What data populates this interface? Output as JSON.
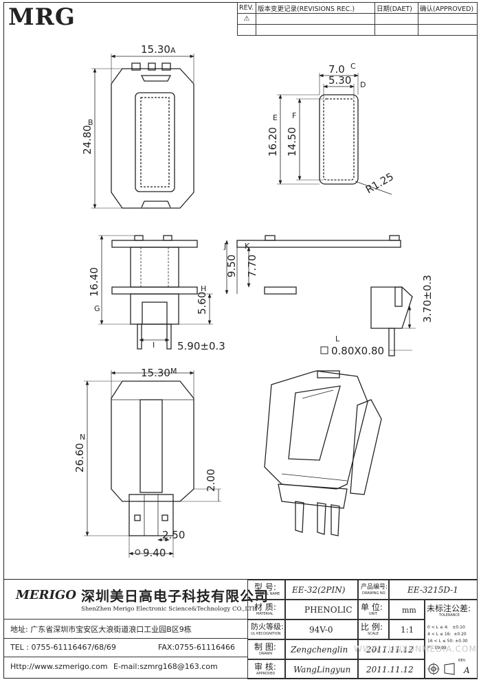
{
  "header": {
    "logo": "MRG",
    "rev_table": {
      "col_rev": "REV.",
      "col_record": "版本变更记录(REVISIONS REC.)",
      "col_date": "日期(DAET)",
      "col_approved": "确认(APPROVED)",
      "row1_mark": "⚠"
    }
  },
  "top_view": {
    "width": "15.30",
    "width_tag": "A",
    "height": "24.80",
    "height_tag": "B"
  },
  "window_view": {
    "outer_width": "7.0",
    "outer_width_tag": "C",
    "inner_width": "5.30",
    "inner_width_tag": "D",
    "outer_height": "16.20",
    "outer_height_tag": "E",
    "inner_height": "14.50",
    "inner_height_tag": "F",
    "radius": "R1.25"
  },
  "front_view": {
    "height": "16.40",
    "height_tag": "G",
    "pin_height": "5.60",
    "pin_height_tag": "H",
    "pin_spacing": "5.90±0.3",
    "pin_spacing_tag": "I"
  },
  "side_view": {
    "j_val": "9.50",
    "j_tag": "J",
    "k_val": "7.70",
    "k_tag": "K",
    "pin_len": "3.70±0.3",
    "pin_size": "0.80X0.80",
    "pin_size_tag": "L"
  },
  "bottom_view": {
    "width": "15.30",
    "width_tag": "M",
    "height": "26.60",
    "height_tag": "N",
    "offset": "2.00",
    "gap": "2.50",
    "base": "9.40",
    "base_tag": "O"
  },
  "title_block": {
    "company_logo": "MERIGO",
    "company_cn": "深圳美日高电子科技有限公司",
    "company_en": "ShenZhen Merigo Electronic Science&Technology CO.,LTD",
    "address": "地址: 广东省深圳市宝安区大浪街道浪口工业园B区9栋",
    "tel": "TEL : 0755-61116467/68/69",
    "fax": "FAX:0755-61116466",
    "http": "Http://www.szmerigo.com",
    "email": "E-mail:szmrg168@163.com",
    "model_label": "型 号:",
    "model_label_en": "MODEL NAME",
    "model_value": "EE-32(2PIN)",
    "material_label": "材 质:",
    "material_label_en": "MATERIAL",
    "material_value": "PHENOLIC",
    "ul_label": "防火等级:",
    "ul_label_en": "UL RECOGNITION",
    "ul_value": "94V-0",
    "drawn_label": "制 图:",
    "drawn_label_en": "DRAWN",
    "drawn_value": "Zengchenglin",
    "drawn_date": "2011.11.12",
    "approved_label": "审 核:",
    "approved_label_en": "APPROVED",
    "approved_value": "WangLingyun",
    "approved_date": "2011.11.12",
    "drawing_no_label": "产品编号:",
    "drawing_no_label_en": "DRAWING NO.",
    "drawing_no_value": "EE-3215D-1",
    "unit_label": "单 位:",
    "unit_label_en": "UNIT",
    "unit_value": "mm",
    "scale_label": "比 例:",
    "scale_label_en": "SCALE",
    "scale_value": "1:1",
    "tolerance_title": "未标注公差:",
    "tolerance_en": "TOLERANCE",
    "tol1": "0 < L ≤ 4:   ±0.10",
    "tol2": "4 < L ≤ 16:  ±0.20",
    "tol3": "16 < L ≤ 50: ±0.30",
    "tol4": "PT: 99.99",
    "rev_label": "REV.",
    "rev_value": "A",
    "watermark": "WWW.YUNXUNMEDIA.COM"
  }
}
